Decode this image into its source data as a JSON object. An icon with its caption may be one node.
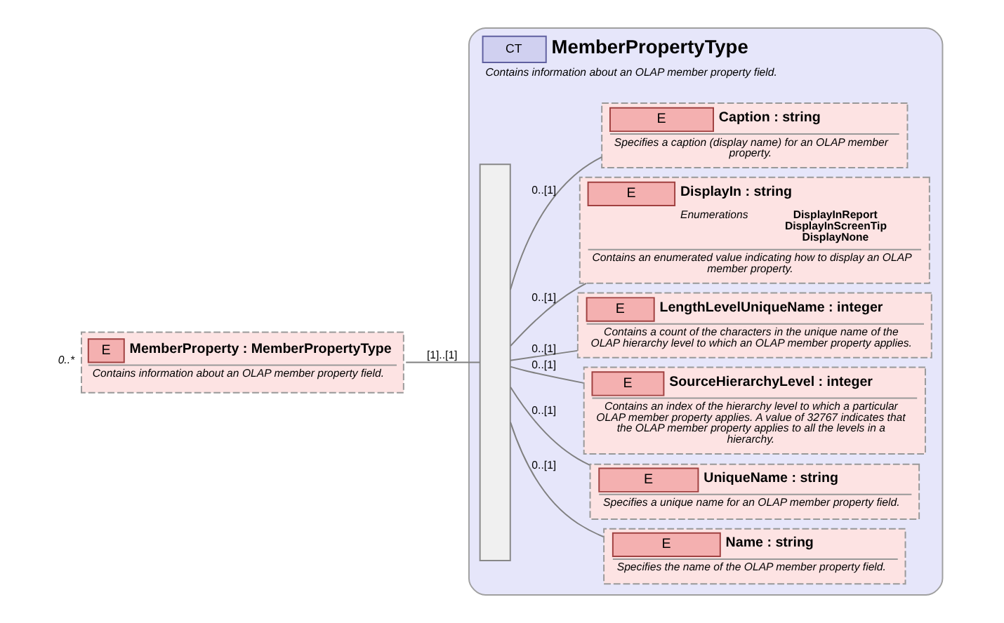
{
  "diagram": {
    "nodes": [
      {
        "text": [
          "E",
          "MemberProperty : MemberPropertyType",
          "Contains information about an OLAP member property field."
        ],
        "beside": [
          "0..*"
        ]
      },
      {
        "text": [
          "CT",
          "MemberPropertyType",
          "Contains information about an OLAP member property field."
        ]
      },
      {
        "text": [],
        "shape": "bar",
        "in": 1
      },
      {
        "text": [
          "E",
          "Name : string",
          "Specifies the name of the OLAP member property field."
        ],
        "in": 1
      },
      {
        "text": [
          "E",
          "UniqueName : string",
          "Specifies a unique name for an OLAP member property field."
        ],
        "in": 1
      },
      {
        "text": [
          "E",
          "SourceHierarchyLevel : integer",
          "Contains an index of the hierarchy level to which a particular OLAP member property applies. A value of 32767 indicates that the OLAP member property applies to all the levels in a hierarchy."
        ],
        "in": 1
      },
      {
        "text": [
          "E",
          "LengthLevelUniqueName : integer",
          "Contains a count of the characters in the unique name of the OLAP hierarchy level to which an OLAP member property applies."
        ],
        "in": 1
      },
      {
        "text": [
          "E",
          "DisplayIn : string",
          "Enumerations",
          "DisplayInReport",
          "DisplayInScreenTip",
          "DisplayNone",
          "Contains an enumerated value indicating how to display an OLAP member property."
        ],
        "in": 1
      },
      {
        "text": [
          "E",
          "Caption : string",
          "Specifies a caption (display name) for an OLAP member property."
        ],
        "in": 1
      }
    ],
    "edges": [
      {
        "from": 0,
        "to": 2,
        "arrow": "none",
        "label": "[1]..[1]"
      },
      {
        "from": 2,
        "to": 3,
        "arrow": "none",
        "label": "0..[1]"
      },
      {
        "from": 2,
        "to": 4,
        "arrow": "none",
        "label": "0..[1]"
      },
      {
        "from": 2,
        "to": 5,
        "arrow": "none",
        "label": "0..[1]"
      },
      {
        "from": 2,
        "to": 6,
        "arrow": "none",
        "label": "0..[1]"
      },
      {
        "from": 2,
        "to": 7,
        "arrow": "none",
        "label": "0..[1]"
      },
      {
        "from": 2,
        "to": 8,
        "arrow": "none",
        "label": "0..[1]"
      }
    ]
  }
}
